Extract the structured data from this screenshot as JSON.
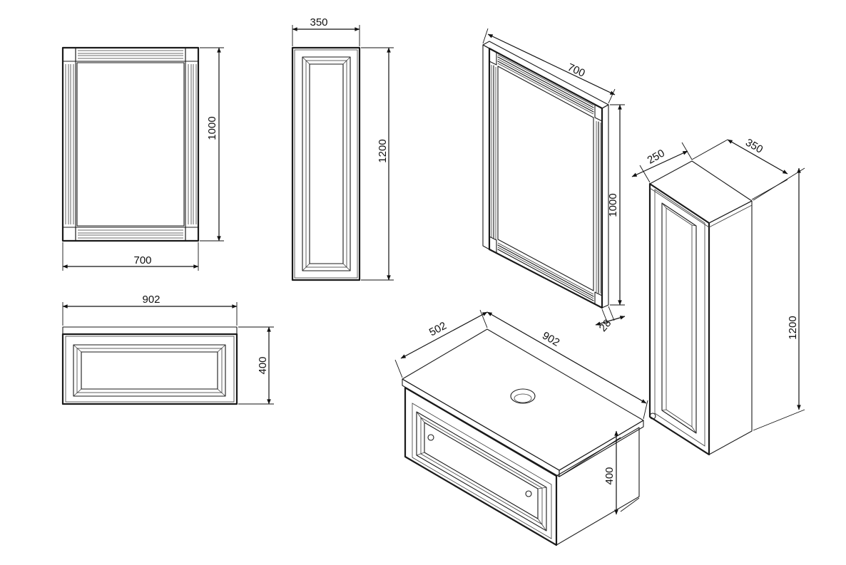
{
  "mirror_front": {
    "width_label": "700",
    "height_label": "1000"
  },
  "tall_cabinet_front": {
    "width_label": "350",
    "height_label": "1200"
  },
  "vanity_front": {
    "width_label": "902",
    "height_label": "400"
  },
  "mirror_iso": {
    "width_label": "700",
    "height_label": "1000",
    "depth_label": "28"
  },
  "tall_cabinet_iso": {
    "depth_label": "250",
    "width_label": "350",
    "height_label": "1200"
  },
  "vanity_iso": {
    "depth_label": "502",
    "width_label": "902",
    "height_label": "400"
  }
}
